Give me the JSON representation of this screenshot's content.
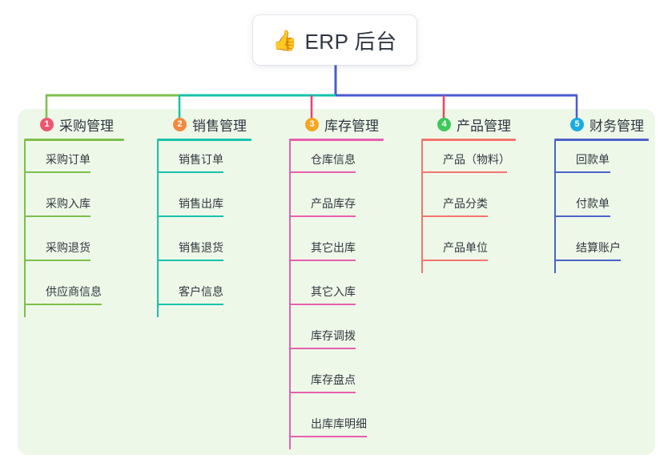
{
  "page": {
    "background": "#ffffff",
    "panel_color": "#eef8e9"
  },
  "root": {
    "emoji": "👍",
    "emoji_name": "thumbs-up-emoji",
    "title": "ERP 后台",
    "stem_color": "#4a5bd0"
  },
  "trunk": {
    "segments": [
      {
        "color": "#7cc04a"
      },
      {
        "color": "#16c2ab"
      },
      {
        "color": "#4a5bd0"
      }
    ]
  },
  "columns": [
    {
      "index": "1",
      "badge": "1",
      "badge_color": "#f0556f",
      "title": "采购管理",
      "accent": "#7cc04a",
      "drop_color": "#7cc04a",
      "rule_width": 125,
      "items": [
        {
          "label": "采购订单",
          "rule_width": 83
        },
        {
          "label": "采购入库",
          "rule_width": 83
        },
        {
          "label": "采购退货",
          "rule_width": 83
        },
        {
          "label": "供应商信息",
          "rule_width": 97
        }
      ]
    },
    {
      "index": "2",
      "badge": "2",
      "badge_color": "#f5883c",
      "title": "销售管理",
      "accent": "#16c2ab",
      "drop_color": "#16c2ab",
      "rule_width": 118,
      "items": [
        {
          "label": "销售订单",
          "rule_width": 83
        },
        {
          "label": "销售出库",
          "rule_width": 83
        },
        {
          "label": "销售退货",
          "rule_width": 83
        },
        {
          "label": "客户信息",
          "rule_width": 83
        }
      ]
    },
    {
      "index": "3",
      "badge": "3",
      "badge_color": "#f5a623",
      "title": "库存管理",
      "accent": "#e75fae",
      "drop_color": "#ee3d78",
      "rule_width": 118,
      "items": [
        {
          "label": "仓库信息",
          "rule_width": 83
        },
        {
          "label": "产品库存",
          "rule_width": 83
        },
        {
          "label": "其它出库",
          "rule_width": 83
        },
        {
          "label": "其它入库",
          "rule_width": 83
        },
        {
          "label": "库存调拨",
          "rule_width": 83
        },
        {
          "label": "库存盘点",
          "rule_width": 83
        },
        {
          "label": "出库库明细",
          "rule_width": 97
        }
      ]
    },
    {
      "index": "4",
      "badge": "4",
      "badge_color": "#3cc95a",
      "title": "产品管理",
      "accent": "#f4746e",
      "drop_color": "#f0445c",
      "rule_width": 118,
      "items": [
        {
          "label": "产品（物料）",
          "rule_width": 107
        },
        {
          "label": "产品分类",
          "rule_width": 83
        },
        {
          "label": "产品单位",
          "rule_width": 83
        }
      ]
    },
    {
      "index": "5",
      "badge": "5",
      "badge_color": "#1aabe3",
      "title": "财务管理",
      "accent": "#4a63c8",
      "drop_color": "#4a5bd0",
      "rule_width": 118,
      "items": [
        {
          "label": "回款单",
          "rule_width": 70
        },
        {
          "label": "付款单",
          "rule_width": 70
        },
        {
          "label": "结算账户",
          "rule_width": 83
        }
      ]
    }
  ]
}
